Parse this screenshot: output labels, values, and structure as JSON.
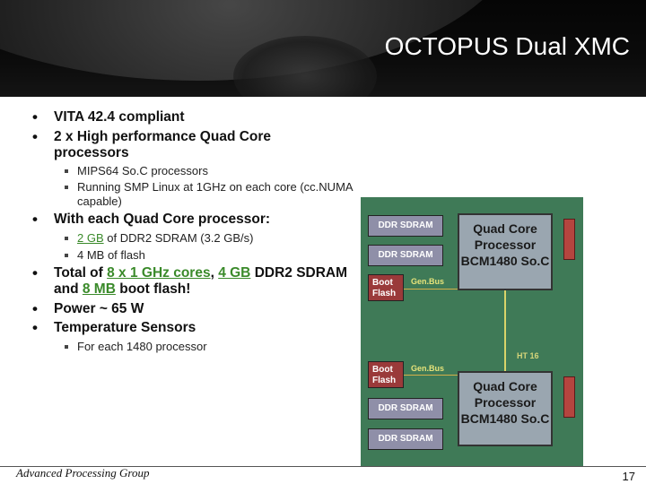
{
  "slide": {
    "title": "OCTOPUS Dual XMC",
    "bullets": {
      "b1": "VITA 42.4 compliant",
      "b2": "2 x High performance Quad Core processors",
      "b2_sub1": "MIPS64 So.C processors",
      "b2_sub2": "Running SMP Linux at 1GHz on each core (cc.NUMA capable)",
      "b3": "With each Quad Core processor:",
      "b3_sub1_hl": "2 GB",
      "b3_sub1_rest": " of DDR2 SDRAM (3.2 GB/s)",
      "b3_sub2": "4 MB of flash",
      "b4_a": "Total of ",
      "b4_hl1": "8 x 1 GHz cores",
      "b4_b": ", ",
      "b4_hl2": "4 GB",
      "b4_c": " DDR2 SDRAM and ",
      "b4_hl3": "8 MB",
      "b4_d": " boot flash!",
      "b5": "Power ~ 65 W",
      "b6": "Temperature Sensors",
      "b6_sub1": "For each 1480 processor"
    },
    "footer": "Advanced Processing Group",
    "page_number": "17"
  },
  "diagram": {
    "ddr_top1": "DDR SDRAM",
    "ddr_top2": "DDR SDRAM",
    "boot_top": "Boot Flash",
    "genbus_top": "Gen.Bus",
    "cpu_top": "Quad Core Processor BCM1480 So.C",
    "ht": "HT 16",
    "boot_bot": "Boot Flash",
    "genbus_bot": "Gen.Bus",
    "cpu_bot": "Quad Core Processor BCM1480 So.C",
    "ddr_bot1": "DDR SDRAM",
    "ddr_bot2": "DDR SDRAM"
  },
  "colors": {
    "highlight": "#3a8a2a",
    "diagram_bg": "#3f7a57"
  }
}
